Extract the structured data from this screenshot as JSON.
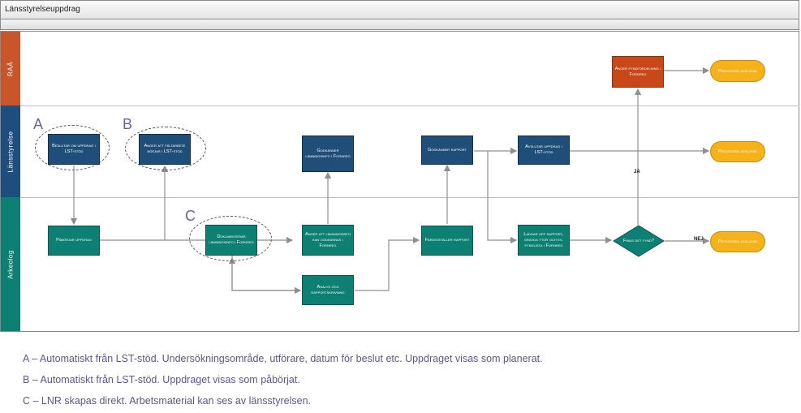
{
  "window": {
    "title": "Länsstyrelseuppdrag"
  },
  "lanes": [
    {
      "name": "RAÄ",
      "color": "#c8562a"
    },
    {
      "name": "Länsstyrelse",
      "color": "#1e4e7e"
    },
    {
      "name": "Arkeolog",
      "color": "#0e7f73"
    }
  ],
  "nodes": {
    "n1": "Beslutar om uppdrag i LST-stöd",
    "n2": "Anger att fältarbete börjar i LST-stöd",
    "n3": "Godkänner lämningsinfo i Fornreg",
    "n4": "Godkänner rapport",
    "n5": "Avslutar uppdrag i LST-stöd",
    "n6": "Anger fyndfördelning i Fornreg",
    "n7": "Påbörjar uppdrag",
    "n8": "Dokumenterar lämningsinfo i Fornreg",
    "n9": "Anger att lämningsinfo kan godkännas i Fornreg",
    "n10": "Analys och rapportskrivning",
    "n11": "Färdigställer rapport",
    "n12": "Laddar upp rapport, grävda ytor och ev. fynglista i Fornreg",
    "decision": "Finns det fynd?",
    "end_raa": "Processen avslutad",
    "end_lst": "Processen avslutad",
    "end_ark": "Processen avslutad"
  },
  "flow_labels": {
    "yes": "JA",
    "no": "NEJ"
  },
  "markers": {
    "a": "A",
    "b": "B",
    "c": "C"
  },
  "notes": [
    "A – Automatiskt från LST-stöd. Undersökningsområde, utförare, datum för beslut etc. Uppdraget visas som planerat.",
    "B – Automatiskt från LST-stöd. Uppdraget visas som påbörjat.",
    "C – LNR skapas direkt. Arbetsmaterial kan ses av länsstyrelsen."
  ],
  "colors": {
    "navy": "#1f4e79",
    "teal": "#0e7f73",
    "red": "#c8481a",
    "end": "#f6b21a"
  }
}
